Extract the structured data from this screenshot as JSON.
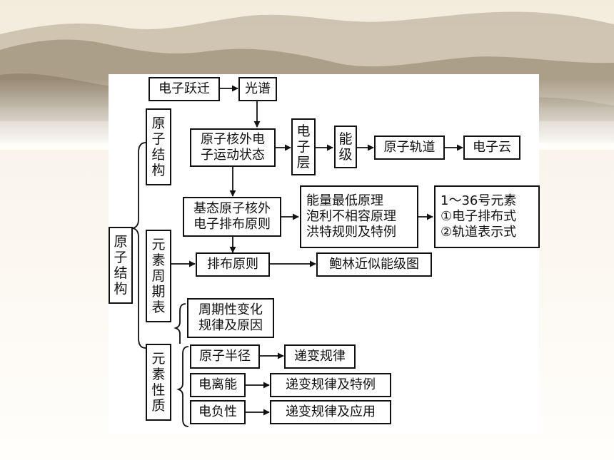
{
  "colors": {
    "sky_top": "#fbf5ea",
    "mountain_far": "#b6a992",
    "mountain_mid": "#958670",
    "mountain_near": "#7d6e58",
    "box_border": "#111111",
    "line": "#111111"
  },
  "nodes": {
    "root": "原\n子\n结\n构",
    "atom_structure": "原\n子\n结\n构",
    "periodic_table": "元\n素\n周\n期\n表",
    "element_properties": "元\n素\n性\n质",
    "electron_transition": "电子跃迁",
    "spectrum": "光谱",
    "extranuclear_motion": "原子核外电\n子运动状态",
    "electron_shell": "电\n子\n层",
    "energy_level": "能\n级",
    "atomic_orbital": "原子轨道",
    "electron_cloud": "电子云",
    "ground_state_principles": "基态原子核外\n电子排布原则",
    "principles_list": "能量最低原理\n泡利不相容原理\n洪特规则及特例",
    "elements_1_36": "1～36号元素\n①电子排布式\n②轨道表示式",
    "arrangement_principle": "排布原则",
    "pauling_diagram": "鲍林近似能级图",
    "periodic_variation": "周期性变化\n规律及原因",
    "atomic_radius": "原子半径",
    "radius_trend": "递变规律",
    "ionization_energy": "电离能",
    "ionization_trend": "递变规律及特例",
    "electronegativity": "电负性",
    "electronegativity_trend": "递变规律及应用"
  }
}
